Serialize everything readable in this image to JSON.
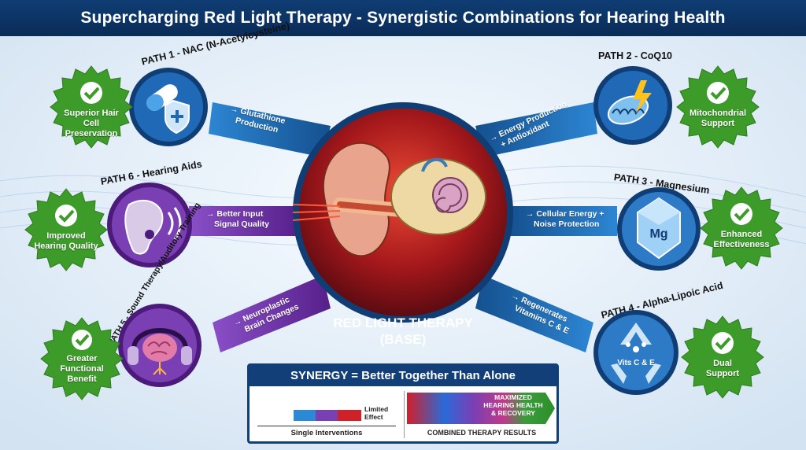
{
  "title": "Supercharging Red Light Therapy - Synergistic Combinations for Hearing Health",
  "center": {
    "label_line1": "RED LIGHT THERAPY",
    "label_line2": "(BASE)"
  },
  "paths": [
    {
      "label": "PATH 1 - NAC (N-Acetylcysteine)",
      "connector_line1": "→ Glutathione",
      "connector_line2": "Production",
      "benefit_line1": "Superior Hair Cell",
      "benefit_line2": "Preservation",
      "icon": "capsule-shield-icon"
    },
    {
      "label": "PATH 2 - CoQ10",
      "connector_line1": "→ Energy Production",
      "connector_line2": "+ Antioxidant",
      "benefit_line1": "Mitochondrial",
      "benefit_line2": "Support",
      "icon": "mitochondria-lightning-icon"
    },
    {
      "label": "PATH 3 - Magnesium",
      "connector_line1": "→ Cellular Energy +",
      "connector_line2": "Noise Protection",
      "benefit_line1": "Enhanced",
      "benefit_line2": "Effectiveness",
      "icon": "magnesium-crystal-icon",
      "icon_text": "Mg"
    },
    {
      "label": "PATH 4 - Alpha-Lipoic Acid",
      "connector_line1": "→ Regenerates",
      "connector_line2": "Vitamins C & E",
      "benefit_line1": "Dual",
      "benefit_line2": "Support",
      "icon": "recycle-molecule-icon",
      "icon_text": "Vits C & E"
    },
    {
      "label": "PATH 5 - Sound Therapy/Auditory Training",
      "connector_line1": "→ Neuroplastic",
      "connector_line2": "Brain Changes",
      "benefit_line1": "Greater",
      "benefit_line2": "Functional",
      "benefit_line3": "Benefit",
      "icon": "brain-headphones-icon"
    },
    {
      "label": "PATH 6 - Hearing Aids",
      "connector_line1": "→ Better Input",
      "connector_line2": "Signal Quality",
      "benefit_line1": "Improved",
      "benefit_line2": "Hearing Quality",
      "icon": "hearing-aid-icon"
    }
  ],
  "synergy": {
    "heading": "SYNERGY = Better Together Than Alone",
    "limited_line1": "Limited",
    "limited_line2": "Effect",
    "single_label": "Single Interventions",
    "max_line1": "MAXIMIZED",
    "max_line2": "HEARING HEALTH",
    "max_line3": "& RECOVERY",
    "combined_label": "COMBINED THERAPY RESULTS"
  },
  "colors": {
    "navy": "#0f3d74",
    "blue_path": "#1e6fb8",
    "purple_path": "#6a2fa0",
    "green_badge": "#3f9e2c",
    "red_center": "#8a1418"
  }
}
